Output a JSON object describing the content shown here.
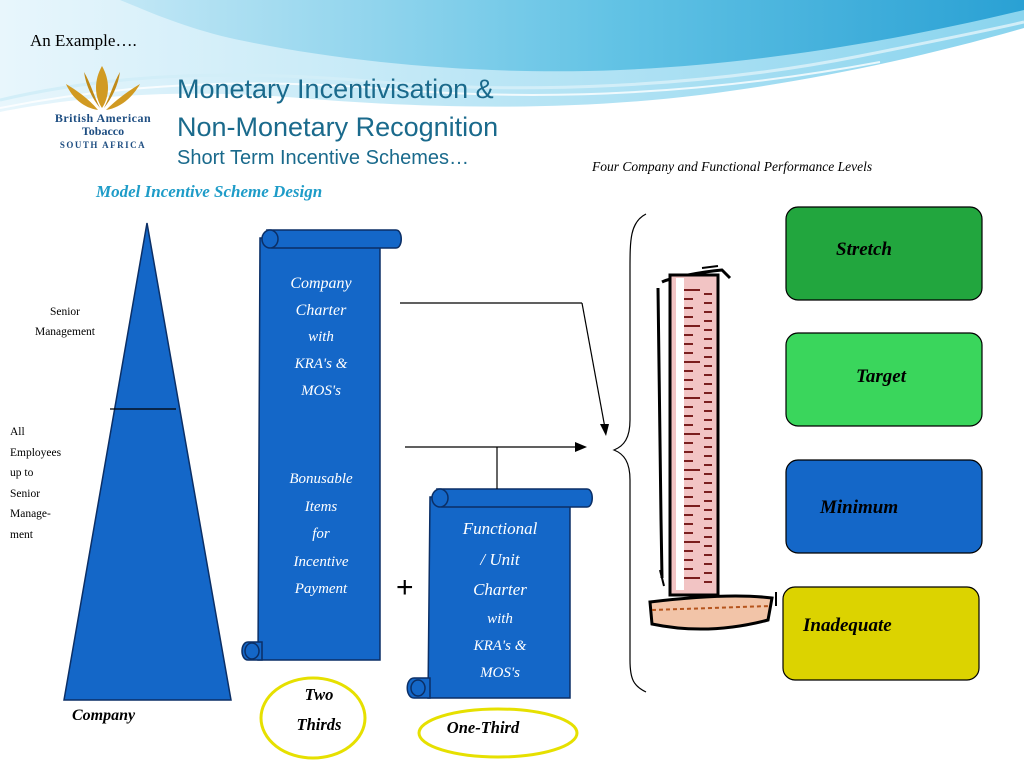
{
  "slide": {
    "example_label": "An Example….",
    "title_line1": "Monetary Incentivisation &",
    "title_line2": "Non-Monetary Recognition",
    "subtitle": "Short Term Incentive Schemes…",
    "model_label": "Model Incentive Scheme Design",
    "levels_header": "Four Company and Functional Performance Levels"
  },
  "logo": {
    "line1": "British American",
    "line2": "Tobacco",
    "line3": "SOUTH AFRICA"
  },
  "pyramid": {
    "senior_line1": "Senior",
    "senior_line2": "Management",
    "all_lines": [
      "All",
      "Employees",
      "up to",
      "Senior",
      "Manage-",
      "ment"
    ],
    "bottom_label": "Company"
  },
  "company_charter": {
    "lines": [
      "Company",
      "Charter",
      "with",
      "KRA's &",
      "MOS's"
    ],
    "bonus_lines": [
      "Bonusable",
      "Items",
      "for",
      "Incentive",
      "Payment"
    ]
  },
  "functional_charter": {
    "lines": [
      "Functional",
      "/ Unit",
      "Charter",
      "with",
      "KRA's &",
      "MOS's"
    ]
  },
  "plus_sign": "+",
  "weights": {
    "two_thirds_line1": "Two",
    "two_thirds_line2": "Thirds",
    "one_third": "One-Third"
  },
  "levels": [
    {
      "label": "Stretch",
      "color": "#22a63e"
    },
    {
      "label": "Target",
      "color": "#3ad65c"
    },
    {
      "label": "Minimum",
      "color": "#1467c8"
    },
    {
      "label": "Inadequate",
      "color": "#dcd300"
    }
  ],
  "colors": {
    "primary_blue": "#1467c8",
    "title_teal": "#1a6a8c",
    "model_cyan": "#1e9cc8",
    "oval_yellow": "#e6e000",
    "logo_gold": "#d19a22",
    "logo_navy": "#1e4e82"
  }
}
